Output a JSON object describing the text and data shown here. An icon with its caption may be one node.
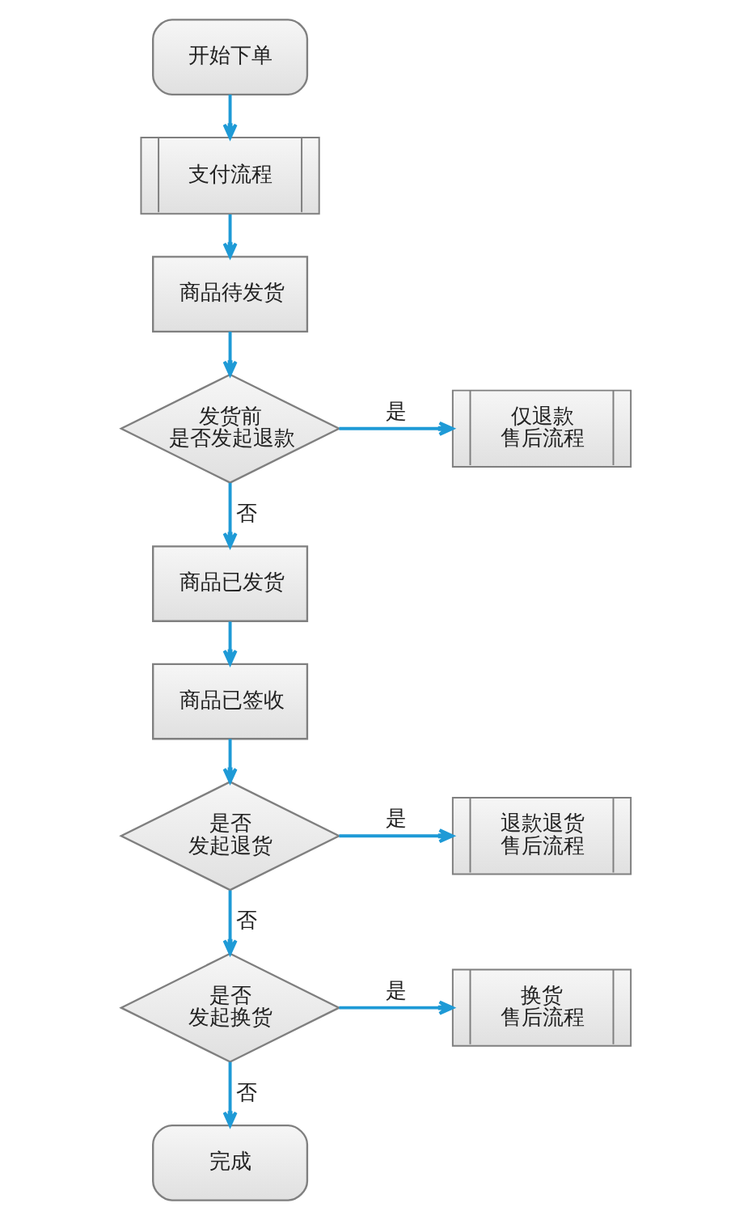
{
  "diagram": {
    "nodes": [
      {
        "text": [
          "开始下单"
        ]
      },
      {
        "text": [
          "支付流程"
        ]
      },
      {
        "text": [
          "商品待发货"
        ]
      },
      {
        "text": [
          "发货前是否发起退款"
        ]
      },
      {
        "text": [
          "仅退款售后流程"
        ]
      },
      {
        "text": [
          "商品已发货"
        ]
      },
      {
        "text": [
          "商品已签收"
        ]
      },
      {
        "text": [
          "是否发起退货"
        ]
      },
      {
        "text": [
          "退款退货售后流程"
        ]
      },
      {
        "text": [
          "是否发起换货"
        ]
      },
      {
        "text": [
          "换货售后流程"
        ]
      },
      {
        "text": [
          "完成"
        ]
      }
    ],
    "edges": [
      {
        "from": 0,
        "to": 1,
        "arrow": "to"
      },
      {
        "from": 1,
        "to": 2,
        "arrow": "to"
      },
      {
        "from": 2,
        "to": 3,
        "arrow": "to"
      },
      {
        "from": 3,
        "to": 4,
        "arrow": "to",
        "label": "是"
      },
      {
        "from": 3,
        "to": 5,
        "arrow": "to",
        "label": "否"
      },
      {
        "from": 5,
        "to": 6,
        "arrow": "to"
      },
      {
        "from": 6,
        "to": 7,
        "arrow": "to"
      },
      {
        "from": 7,
        "to": 8,
        "arrow": "to",
        "label": "是"
      },
      {
        "from": 7,
        "to": 9,
        "arrow": "to",
        "label": "否"
      },
      {
        "from": 9,
        "to": 10,
        "arrow": "to",
        "label": "是"
      },
      {
        "from": 9,
        "to": 11,
        "arrow": "to",
        "label": "否"
      }
    ]
  }
}
